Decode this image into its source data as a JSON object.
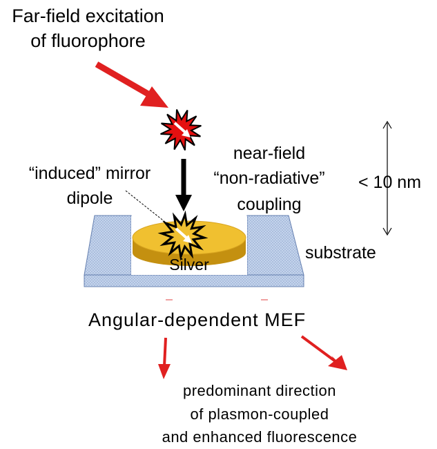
{
  "labels": {
    "excitation_line1": "Far-field excitation",
    "excitation_line2": "of fluorophore",
    "nearfield_line1": "near-field",
    "nearfield_line2": "“non-radiative”",
    "nearfield_line3": "coupling",
    "distance": "< 10 nm",
    "mirror_line1": "“induced” mirror",
    "mirror_line2": "dipole",
    "substrate": "substrate",
    "silver": "Silver",
    "mef": "Angular-dependent MEF",
    "emission_line1": "predominant direction",
    "emission_line2": "of plasmon-coupled",
    "emission_line3": "and enhanced fluorescence"
  },
  "colors": {
    "arrow_red": "#e02020",
    "fluorophore_red": "#e41010",
    "silver_gold": "#f0c030",
    "silver_gold_dark": "#c49010",
    "substrate_blue": "#b8cce8",
    "substrate_edge": "#6680b0"
  },
  "icons": {
    "excited_fluorophore": "starburst-red-icon",
    "mirror_dipole": "starburst-black-icon"
  }
}
